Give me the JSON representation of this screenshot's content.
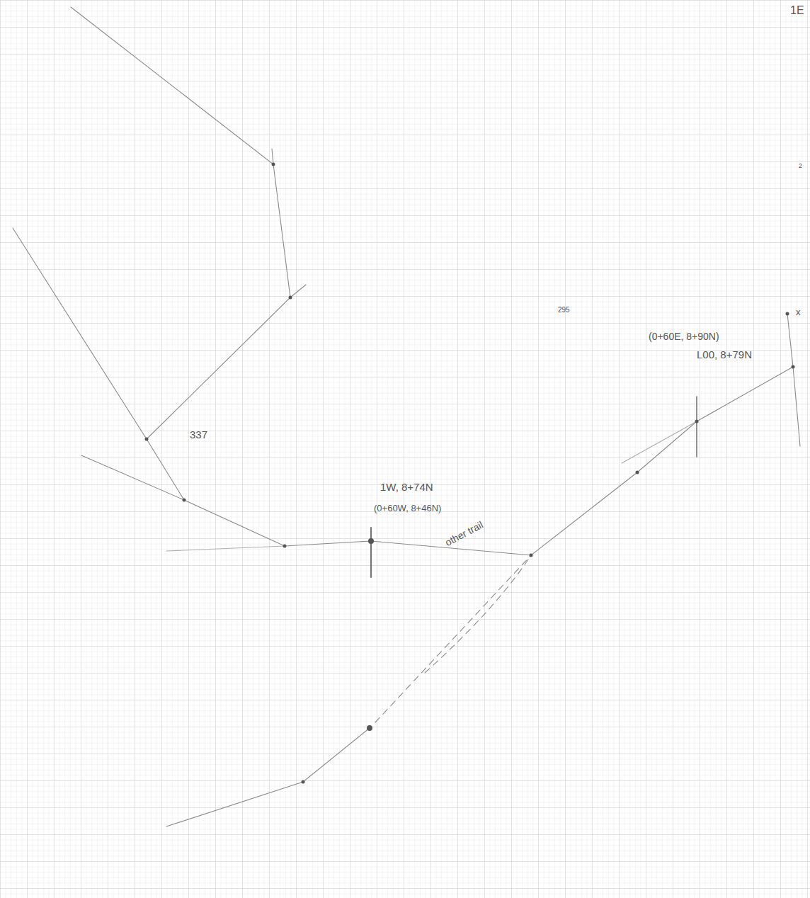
{
  "diagram": {
    "labels": [
      "1E",
      "2",
      "295",
      "(0+60E, 8+90N)",
      "L00, 8+79N",
      "x",
      "337",
      "1W, 8+74N",
      "(0+60W, 8+46N)",
      "other trail"
    ]
  }
}
